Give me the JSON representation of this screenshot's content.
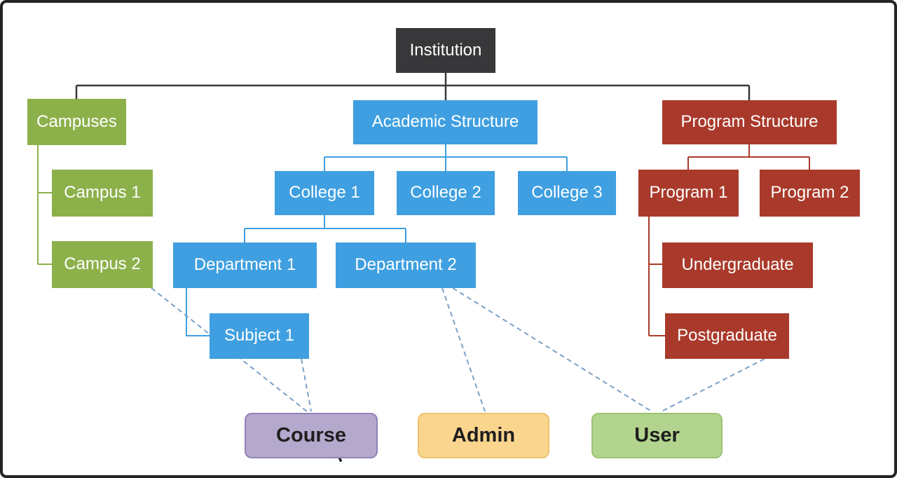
{
  "title": "Institution hierarchy diagram",
  "nodes": {
    "institution": "Institution",
    "campuses": "Campuses",
    "campus_1": "Campus 1",
    "campus_2": "Campus 2",
    "academic_structure": "Academic Structure",
    "college_1": "College 1",
    "college_2": "College 2",
    "college_3": "College 3",
    "department_1": "Department 1",
    "department_2": "Department 2",
    "subject_1": "Subject 1",
    "program_structure": "Program Structure",
    "program_1": "Program 1",
    "program_2": "Program 2",
    "undergraduate": "Undergraduate",
    "postgraduate": "Postgraduate",
    "course": "Course",
    "admin": "Admin",
    "user": "User"
  },
  "edges": {
    "solid": [
      "Institution -> Campuses",
      "Institution -> Academic Structure",
      "Institution -> Program Structure",
      "Campuses -> Campus 1",
      "Campuses -> Campus 2",
      "Academic Structure -> College 1",
      "Academic Structure -> College 2",
      "Academic Structure -> College 3",
      "College 1 -> Department 1",
      "College 1 -> Department 2",
      "Department 1 -> Subject 1",
      "Program Structure -> Program 1",
      "Program Structure -> Program 2",
      "Program 1 -> Undergraduate",
      "Program 1 -> Postgraduate"
    ],
    "dashed": [
      "Campus 2 -> Course",
      "Subject 1 -> Course",
      "Department 2 -> Admin",
      "Department 2 -> User",
      "Postgraduate -> User"
    ]
  },
  "colors": {
    "institution_fill": "#38383a",
    "green_fill": "#8cb14b",
    "blue_fill": "#3f9fe0",
    "red_fill": "#a93a2b",
    "course_fill": "#b5a8cd",
    "course_border": "#9183b7",
    "admin_fill": "#fad58e",
    "admin_border": "#ecc46e",
    "user_fill": "#b2d48e",
    "user_border": "#9cc272",
    "dash_color": "#7da0c9"
  }
}
